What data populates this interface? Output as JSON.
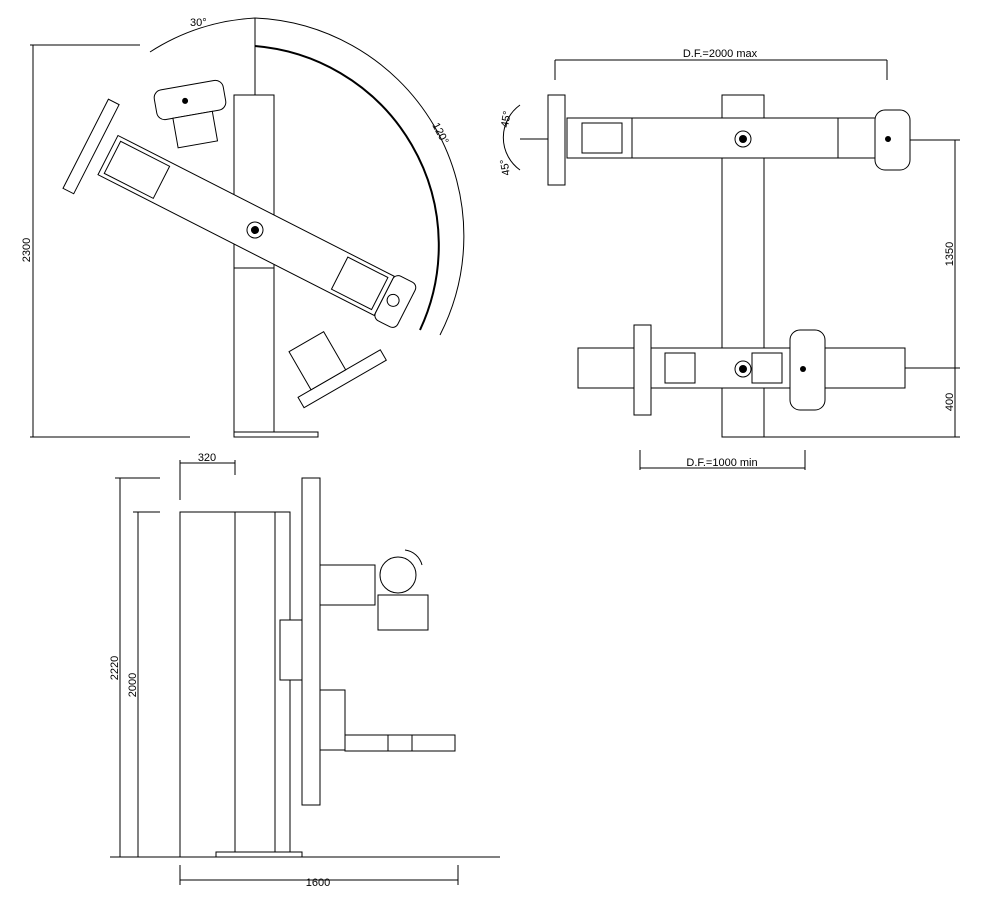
{
  "side_view_rotation": {
    "angle_small": "30°",
    "angle_large": "120°",
    "height": "2300"
  },
  "front_view": {
    "df_max": "D.F.=2000  max",
    "tilt_up": "45°",
    "tilt_down": "45°",
    "height_1350": "1350",
    "height_400": "400",
    "df_min": "D.F.=1000  min"
  },
  "side_view_profile": {
    "width_320": "320",
    "height_2220": "2220",
    "height_2000": "2000",
    "depth_1600": "1600"
  }
}
